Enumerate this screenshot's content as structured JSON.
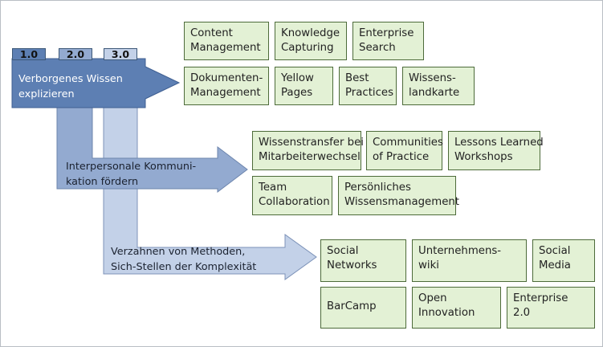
{
  "colors": {
    "arrow_1": "#5d7fb3",
    "arrow_2": "#93aad0",
    "arrow_3": "#c3d1e8",
    "box_fill": "#e3f1d5",
    "box_border": "#4d6b3a"
  },
  "versions": [
    "1.0",
    "2.0",
    "3.0"
  ],
  "stages": [
    {
      "label": [
        "Verborgenes Wissen",
        "explizieren"
      ],
      "boxes": [
        {
          "lines": [
            "Content",
            "Management"
          ]
        },
        {
          "lines": [
            "Knowledge",
            "Capturing"
          ]
        },
        {
          "lines": [
            "Enterprise",
            "Search"
          ]
        },
        {
          "lines": [
            "Dokumenten-",
            "Management"
          ]
        },
        {
          "lines": [
            "Yellow",
            "Pages"
          ]
        },
        {
          "lines": [
            "Best",
            "Practices"
          ]
        },
        {
          "lines": [
            "Wissens-",
            "landkarte"
          ]
        }
      ]
    },
    {
      "label": [
        "Interpersonale Kommuni-",
        "kation fördern"
      ],
      "boxes": [
        {
          "lines": [
            "Wissenstransfer bei",
            "Mitarbeiterwechsel"
          ]
        },
        {
          "lines": [
            "Communities",
            "of Practice"
          ]
        },
        {
          "lines": [
            "Lessons Learned",
            "Workshops"
          ]
        },
        {
          "lines": [
            "Team",
            "Collaboration"
          ]
        },
        {
          "lines": [
            "Persönliches",
            "Wissensmanagement"
          ]
        }
      ]
    },
    {
      "label": [
        "Verzahnen von Methoden,",
        "Sich-Stellen der Komplexität"
      ],
      "boxes": [
        {
          "lines": [
            "Social",
            "Networks"
          ]
        },
        {
          "lines": [
            "Unternehmens-",
            "wiki"
          ]
        },
        {
          "lines": [
            "Social",
            "Media"
          ]
        },
        {
          "lines": [
            "BarCamp"
          ]
        },
        {
          "lines": [
            "Open",
            "Innovation"
          ]
        },
        {
          "lines": [
            "Enterprise",
            "2.0"
          ]
        }
      ]
    }
  ]
}
